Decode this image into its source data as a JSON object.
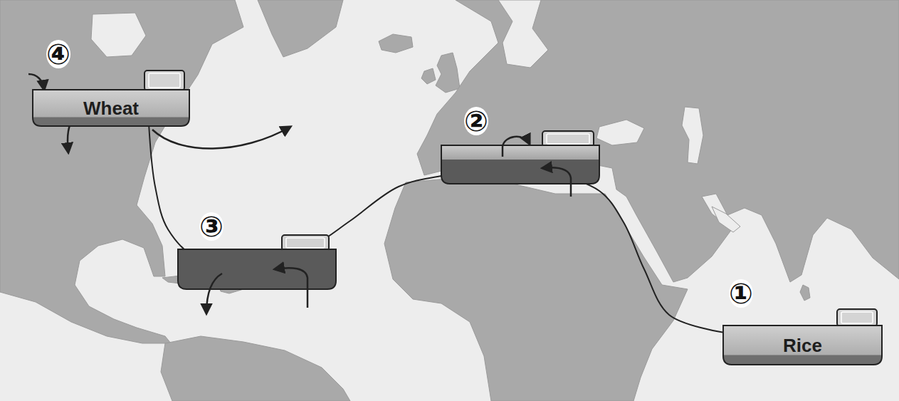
{
  "diagram": {
    "nodes": [
      {
        "text": [
          "Rice"
        ]
      },
      {
        "text": [
          "Wheat"
        ]
      }
    ],
    "edges": [
      {
        "from": 0,
        "to": 1,
        "arrow": "none"
      }
    ],
    "labels": [
      "①",
      "②",
      "③",
      "④"
    ]
  }
}
